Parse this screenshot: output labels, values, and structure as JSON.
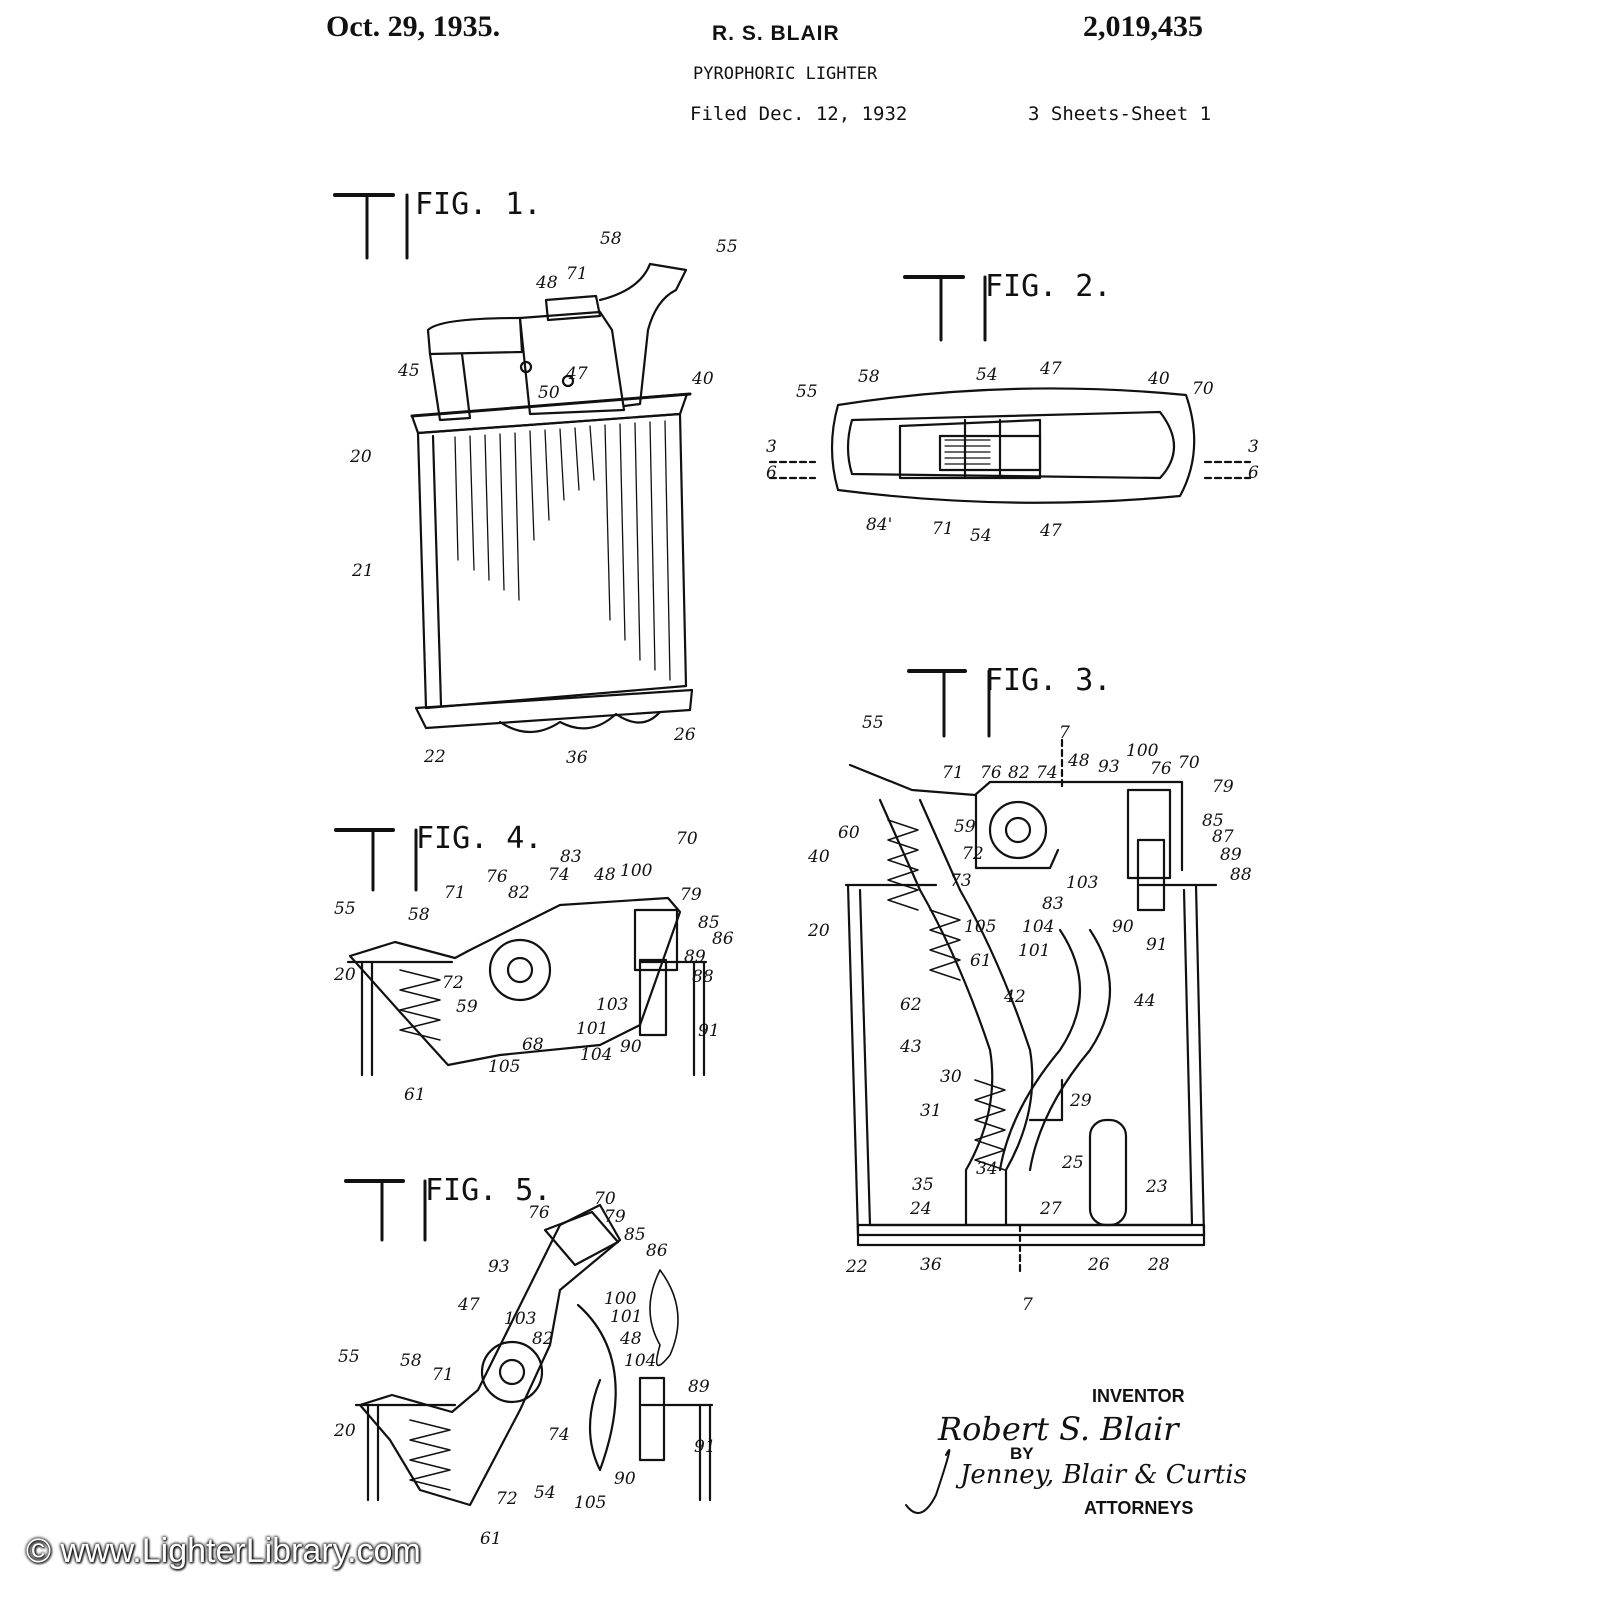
{
  "header": {
    "date": "Oct. 29, 1935.",
    "inventor": "R. S. BLAIR",
    "patent_number": "2,019,435",
    "title": "PYROPHORIC LIGHTER",
    "filed": "Filed Dec. 12, 1932",
    "sheets": "3 Sheets-Sheet 1"
  },
  "figures": {
    "fig1": "FIG. 1.",
    "fig2": "FIG. 2.",
    "fig3": "FIG. 3.",
    "fig4": "FIG. 4.",
    "fig5": "FIG. 5."
  },
  "labels": {
    "fig1": [
      "58",
      "71",
      "55",
      "48",
      "45",
      "47",
      "50",
      "40",
      "20",
      "21",
      "22",
      "36",
      "26"
    ],
    "fig2": [
      "55",
      "58",
      "54",
      "47",
      "40",
      "70",
      "3",
      "6",
      "3",
      "6",
      "84'",
      "71",
      "54",
      "47"
    ],
    "fig3": [
      "55",
      "7",
      "71",
      "76",
      "82",
      "74",
      "48",
      "93",
      "100",
      "76",
      "70",
      "79",
      "85",
      "87",
      "89",
      "88",
      "60",
      "59",
      "72",
      "73",
      "103",
      "40",
      "83",
      "105",
      "104",
      "101",
      "90",
      "91",
      "20",
      "61",
      "62",
      "42",
      "44",
      "43",
      "30",
      "31",
      "29",
      "35",
      "34",
      "25",
      "23",
      "24",
      "27",
      "22",
      "36",
      "26",
      "28",
      "7"
    ],
    "fig4": [
      "83",
      "70",
      "74",
      "48",
      "100",
      "79",
      "76",
      "82",
      "55",
      "58",
      "71",
      "85",
      "86",
      "20",
      "89",
      "88",
      "72",
      "59",
      "103",
      "101",
      "68",
      "105",
      "104",
      "90",
      "91",
      "61"
    ],
    "fig5": [
      "70",
      "76",
      "79",
      "85",
      "86",
      "93",
      "100",
      "47",
      "103",
      "101",
      "82",
      "48",
      "104",
      "55",
      "58",
      "71",
      "89",
      "20",
      "74",
      "54",
      "72",
      "105",
      "90",
      "91",
      "61"
    ]
  },
  "signature": {
    "inventor_heading": "INVENTOR",
    "inventor_name": "Robert S. Blair",
    "by": "BY",
    "attorneys_signature": "Jenney, Blair & Curtis",
    "attorneys": "ATTORNEYS"
  },
  "watermark": "© www.LighterLibrary.com"
}
